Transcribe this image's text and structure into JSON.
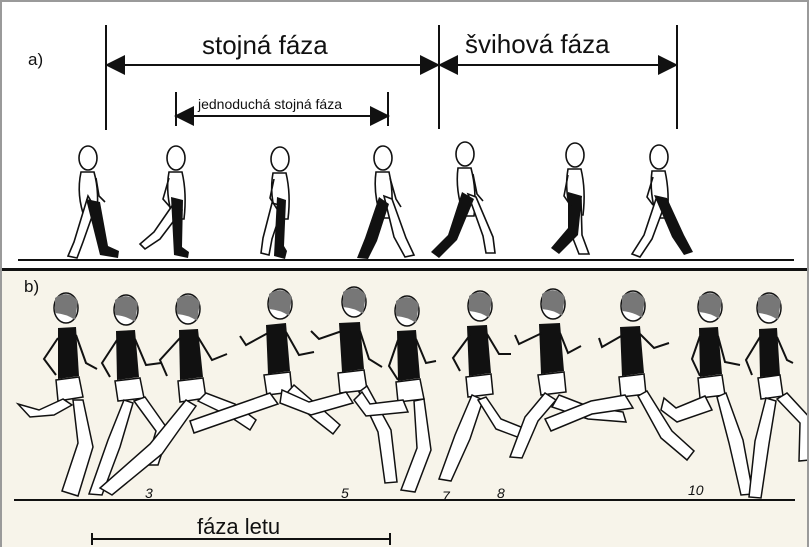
{
  "panel_a": {
    "label": "a)",
    "stance_phase": "stojná fáza",
    "swing_phase": "švihová fáza",
    "single_stance_phase": "jednoduchá stojná fáza"
  },
  "panel_b": {
    "label": "b)",
    "flight_phase": "fáza letu",
    "frame_numbers": [
      "3",
      "5",
      "7",
      "8",
      "10"
    ]
  },
  "colors": {
    "ink": "#111111",
    "panel_b_background": "#f7f4ea",
    "frame_border": "#9a9a9a"
  }
}
